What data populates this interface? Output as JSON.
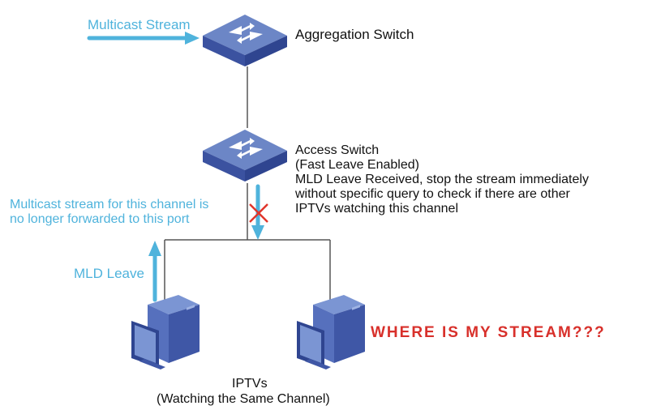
{
  "colors": {
    "arrow_blue": "#4fb3dc",
    "switch_top": "#6c86c6",
    "switch_side": "#3b52a0",
    "pc_dark": "#3f57a6",
    "pc_light": "#7b95d3",
    "cross_red": "#e0362c",
    "warning_red": "#d8302b"
  },
  "labels": {
    "multicast_stream": "Multicast Stream",
    "aggregation_switch": "Aggregation Switch",
    "access_switch": {
      "line1": "Access Switch",
      "line2": "(Fast Leave Enabled)",
      "line3": "MLD Leave Received, stop the stream immediately",
      "line4": "without specific query to check if there are other",
      "line5": "IPTVs watching this channel"
    },
    "not_forwarded": {
      "line1": "Multicast stream for this channel is",
      "line2": "no longer forwarded to this port"
    },
    "mld_leave": "MLD Leave",
    "warning": "WHERE IS MY STREAM???",
    "iptvs": {
      "line1": "IPTVs",
      "line2": "(Watching the Same Channel)"
    }
  },
  "icons": {
    "aggregation_switch": "network-switch-icon",
    "access_switch": "network-switch-icon",
    "iptv_left": "desktop-computer-icon",
    "iptv_right": "desktop-computer-icon",
    "blocked": "red-x-icon"
  }
}
